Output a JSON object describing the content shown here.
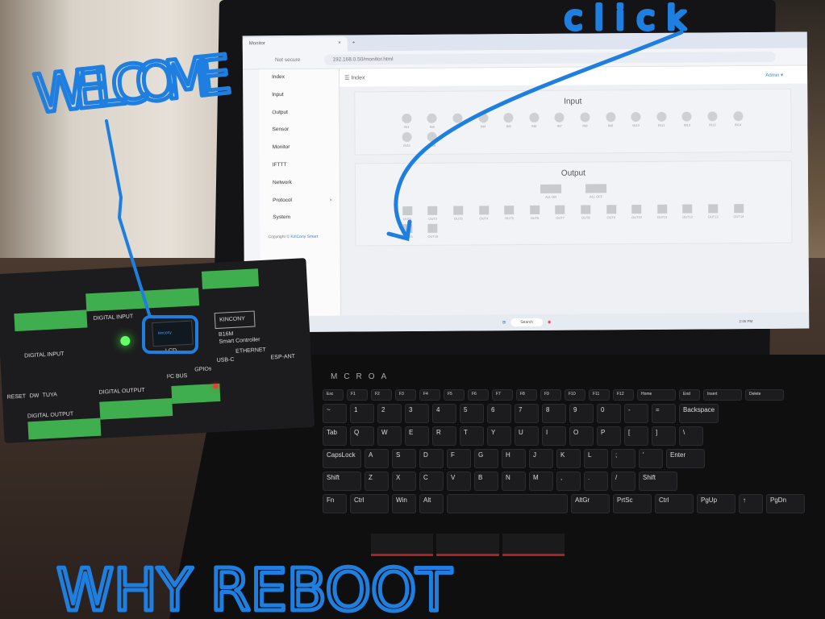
{
  "browser": {
    "tab_title": "Monitor",
    "tab_close": "×",
    "new_tab": "+",
    "url": "192.168.0.50/monitor.html",
    "address_prefix": "Not secure"
  },
  "sidebar": {
    "items": [
      "Index",
      "Input",
      "Output",
      "Sensor",
      "Monitor",
      "IFTTT",
      "Network",
      "Protocol",
      "System"
    ],
    "protocol_arrow": "›",
    "copyright_prefix": "Copyright ©",
    "copyright_brand": "KinCony Smart"
  },
  "header": {
    "menu_icon": "hamburger-icon",
    "title": "Index",
    "user": "Admin ▾"
  },
  "input_panel": {
    "title": "Input",
    "items": [
      "IN1",
      "IN2",
      "IN3",
      "IN4",
      "IN5",
      "IN6",
      "IN7",
      "IN8",
      "IN9",
      "IN10",
      "IN11",
      "IN12",
      "IN13",
      "IN14",
      "IN15",
      "IN16"
    ]
  },
  "output_panel": {
    "title": "Output",
    "all_on": "ALL ON",
    "all_off": "ALL OFF",
    "items": [
      "OUT1",
      "OUT2",
      "OUT3",
      "OUT4",
      "OUT5",
      "OUT6",
      "OUT7",
      "OUT8",
      "OUT9",
      "OUT10",
      "OUT11",
      "OUT12",
      "OUT13",
      "OUT14",
      "OUT15",
      "OUT16"
    ]
  },
  "taskbar": {
    "search": "Search",
    "time": "2:46 PM"
  },
  "laptop": {
    "brand": "MCROA"
  },
  "keyboard": {
    "frow": [
      "Esc",
      "F1",
      "F2",
      "F3",
      "F4",
      "F5",
      "F6",
      "F7",
      "F8",
      "F9",
      "F10",
      "F11",
      "F12",
      "Home",
      "End",
      "Insert",
      "Delete"
    ],
    "rows": [
      [
        "~",
        "1",
        "2",
        "3",
        "4",
        "5",
        "6",
        "7",
        "8",
        "9",
        "0",
        "-",
        "=",
        "Backspace"
      ],
      [
        "Tab",
        "Q",
        "W",
        "E",
        "R",
        "T",
        "Y",
        "U",
        "I",
        "O",
        "P",
        "[",
        "]",
        "\\"
      ],
      [
        "CapsLock",
        "A",
        "S",
        "D",
        "F",
        "G",
        "H",
        "J",
        "K",
        "L",
        ";",
        "'",
        "Enter"
      ],
      [
        "Shift",
        "Z",
        "X",
        "C",
        "V",
        "B",
        "N",
        "M",
        ",",
        ".",
        "/",
        "Shift"
      ],
      [
        "Fn",
        "Ctrl",
        "Win",
        "Alt",
        "",
        "AltGr",
        "PrtSc",
        "Ctrl",
        "PgUp",
        "↑",
        "PgDn"
      ]
    ]
  },
  "device": {
    "brand": "KINCONY",
    "model": "B16M",
    "subtitle": "Smart Controller",
    "lcd_label": "LCD",
    "lcd_text": "kincony",
    "digital_input": "DIGITAL INPUT",
    "digital_output": "DIGITAL OUTPUT",
    "reset": "RESET",
    "dw": "DW",
    "tuya": "TUYA",
    "i2c": "I²C BUS",
    "gpios": "GPIOs",
    "usbc": "USB-C",
    "ethernet": "ETHERNET",
    "esp_ant": "ESP-ANT"
  },
  "annotations": {
    "welcome": "WELCOME",
    "click": "click",
    "why_reboot": "WHY REBOOT",
    "color": "#1e7fe0"
  }
}
